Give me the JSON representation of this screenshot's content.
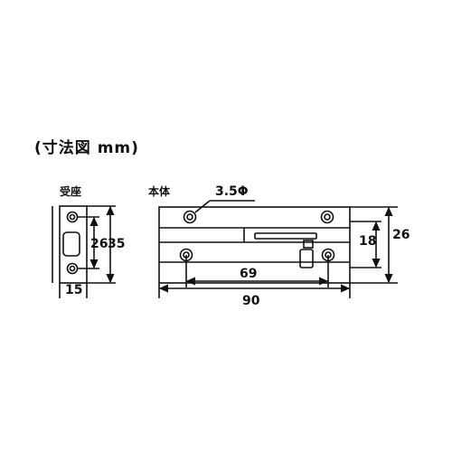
{
  "title": "(寸法図 mm)",
  "strike_plate": {
    "label": "受座",
    "dim_hole_pitch": "26",
    "dim_height": "35",
    "dim_width": "15"
  },
  "body": {
    "label": "本体",
    "dim_hole_dia": "3.5Φ",
    "dim_bolt_width": "18",
    "dim_height": "26",
    "dim_hole_pitch": "69",
    "dim_length": "90"
  }
}
